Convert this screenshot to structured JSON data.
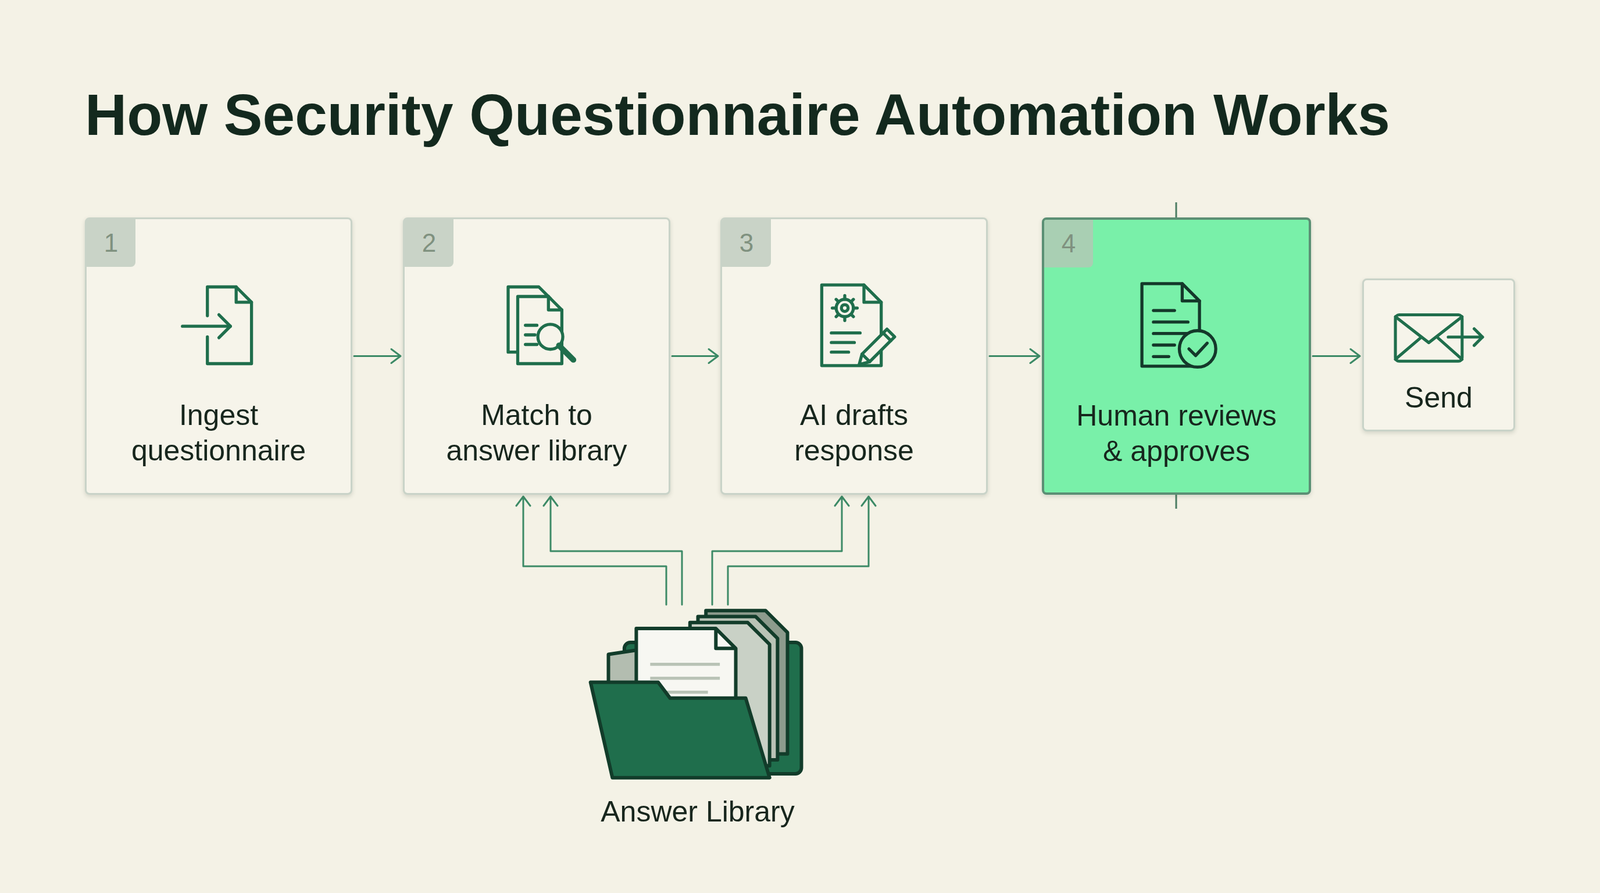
{
  "diagram": {
    "title": "How Security Questionnaire Automation Works",
    "nodes": [
      {
        "text": [
          "1",
          "Ingest questionnaire"
        ]
      },
      {
        "text": [
          "2",
          "Match to answer library"
        ]
      },
      {
        "text": [
          "3",
          "AI drafts response"
        ]
      },
      {
        "text": [
          "4",
          "Human reviews & approves"
        ]
      },
      {
        "text": [
          "Send"
        ]
      },
      {
        "text": [
          "Answer Library"
        ]
      }
    ],
    "edges": [
      {
        "from": 0,
        "to": 1,
        "arrow": "to"
      },
      {
        "from": 1,
        "to": 2,
        "arrow": "to"
      },
      {
        "from": 2,
        "to": 3,
        "arrow": "to"
      },
      {
        "from": 3,
        "to": 4,
        "arrow": "to"
      },
      {
        "from": 5,
        "to": 1,
        "arrow": "to"
      },
      {
        "from": 5,
        "to": 2,
        "arrow": "to"
      }
    ]
  }
}
